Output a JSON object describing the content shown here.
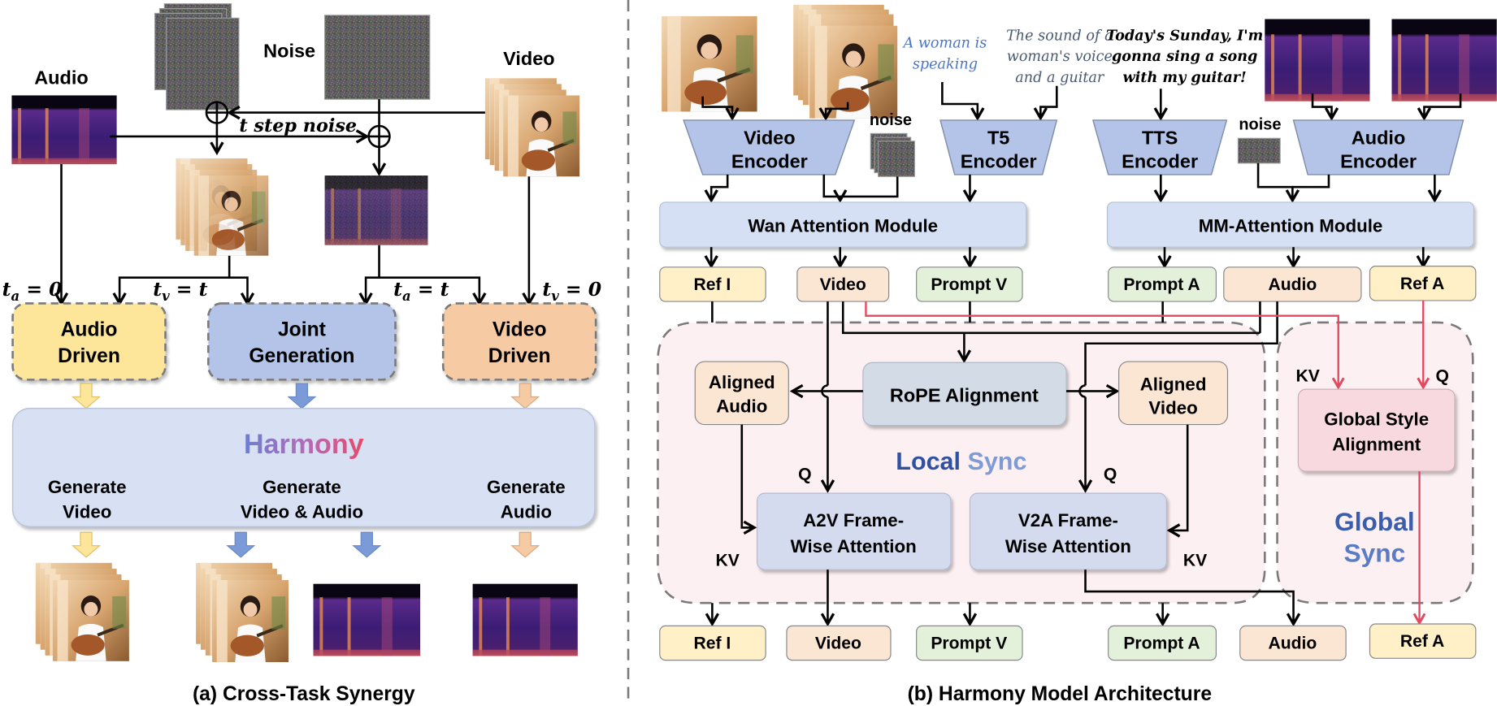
{
  "panel_a": {
    "caption": "(a) Cross-Task Synergy",
    "inputs": {
      "audio_label": "Audio",
      "noise_label": "Noise",
      "video_label": "Video",
      "noise_op_label": "t step noise"
    },
    "timesteps": {
      "ta_zero": "t",
      "ta_zero_sub": "a",
      "ta_zero_eq": " = 0",
      "tv_t": "t",
      "tv_t_sub": "v",
      "tv_t_eq": " = t",
      "ta_t": "t",
      "ta_t_sub": "a",
      "ta_t_eq": " = t",
      "tv_zero": "t",
      "tv_zero_sub": "v",
      "tv_zero_eq": " = 0"
    },
    "modes": [
      {
        "line1": "Audio",
        "line2": "Driven",
        "color": "#fde59a"
      },
      {
        "line1": "Joint",
        "line2": "Generation",
        "color": "#b4c4e8"
      },
      {
        "line1": "Video",
        "line2": "Driven",
        "color": "#f6cba4"
      }
    ],
    "harmony": {
      "title": "Harmony",
      "outputs": [
        {
          "line1": "Generate",
          "line2": "Video"
        },
        {
          "line1": "Generate",
          "line2": "Video & Audio"
        },
        {
          "line1": "Generate",
          "line2": "Audio"
        }
      ]
    }
  },
  "panel_b": {
    "caption": "(b) Harmony Model Architecture",
    "prompts": {
      "blue1_line1": "A woman is",
      "blue1_line2": "speaking",
      "grey_line1": "The sound of a",
      "grey_line2": "woman's voice",
      "grey_line3": "and a guitar",
      "black_line1": "Today's Sunday, I'm",
      "black_line2": "gonna sing a song",
      "black_line3": "with my guitar!"
    },
    "encoders": {
      "video": {
        "line1": "Video",
        "line2": "Encoder"
      },
      "t5": {
        "line1": "T5",
        "line2": "Encoder"
      },
      "tts": {
        "line1": "TTS",
        "line2": "Encoder"
      },
      "audio": {
        "line1": "Audio",
        "line2": "Encoder"
      }
    },
    "noise_label": "noise",
    "modules": {
      "wan": "Wan Attention Module",
      "mm": "MM-Attention Module"
    },
    "tokens_top": [
      "Ref I",
      "Video",
      "Prompt V",
      "Prompt A",
      "Audio",
      "Ref A"
    ],
    "tokens_bottom": [
      "Ref I",
      "Video",
      "Prompt V",
      "Prompt A",
      "Audio",
      "Ref A"
    ],
    "local_sync": {
      "title_part1": "Local",
      "title_part2": "Sync",
      "rope": "RoPE Alignment",
      "aligned_audio": {
        "line1": "Aligned",
        "line2": "Audio"
      },
      "aligned_video": {
        "line1": "Aligned",
        "line2": "Video"
      },
      "a2v": {
        "line1": "A2V Frame-",
        "line2": "Wise Attention"
      },
      "v2a": {
        "line1": "V2A Frame-",
        "line2": "Wise Attention"
      },
      "q": "Q",
      "kv": "KV"
    },
    "global_sync": {
      "title_line1": "Global",
      "title_line2": "Sync",
      "gsa": {
        "line1": "Global Style",
        "line2": "Alignment"
      },
      "q": "Q",
      "kv": "KV"
    }
  },
  "colors": {
    "yellow": "#fff0c8",
    "peach": "#fbe5d3",
    "green": "#e3f1da",
    "blue_module": "#d6e0f4",
    "encoder": "#b4c4e8",
    "rope": "#d3dbe6",
    "frame_attn": "#d5dbef",
    "gsa": "#f8d9df",
    "sync_bg": "#fdf0f3",
    "red_line": "#e4485e",
    "local_dark": "#2f52a0",
    "local_light": "#7f9bd3"
  }
}
